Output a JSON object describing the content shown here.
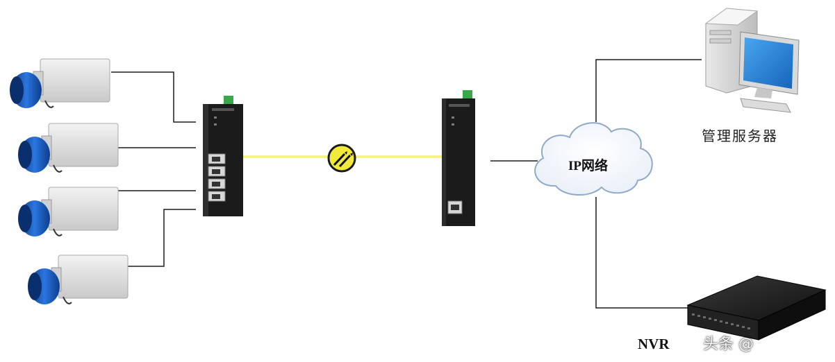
{
  "labels": {
    "server": "管理服务器",
    "cloud": "IP网络",
    "nvr": "NVR",
    "watermark": "头条 @"
  },
  "colors": {
    "fiber": "#f2ea3a",
    "wire": "#1a1a1a",
    "camera_lens": "#1c5fc9",
    "switch_body": "#1b1b1b",
    "monitor_screen": "#1f7fd6"
  },
  "icons": {
    "camera": "ip-camera-icon",
    "switch": "industrial-switch-icon",
    "media_converter": "fiber-media-converter-icon",
    "fiber_symbol": "fiber-link-icon",
    "cloud": "cloud-icon",
    "server": "desktop-computer-icon",
    "nvr": "nvr-recorder-icon"
  }
}
